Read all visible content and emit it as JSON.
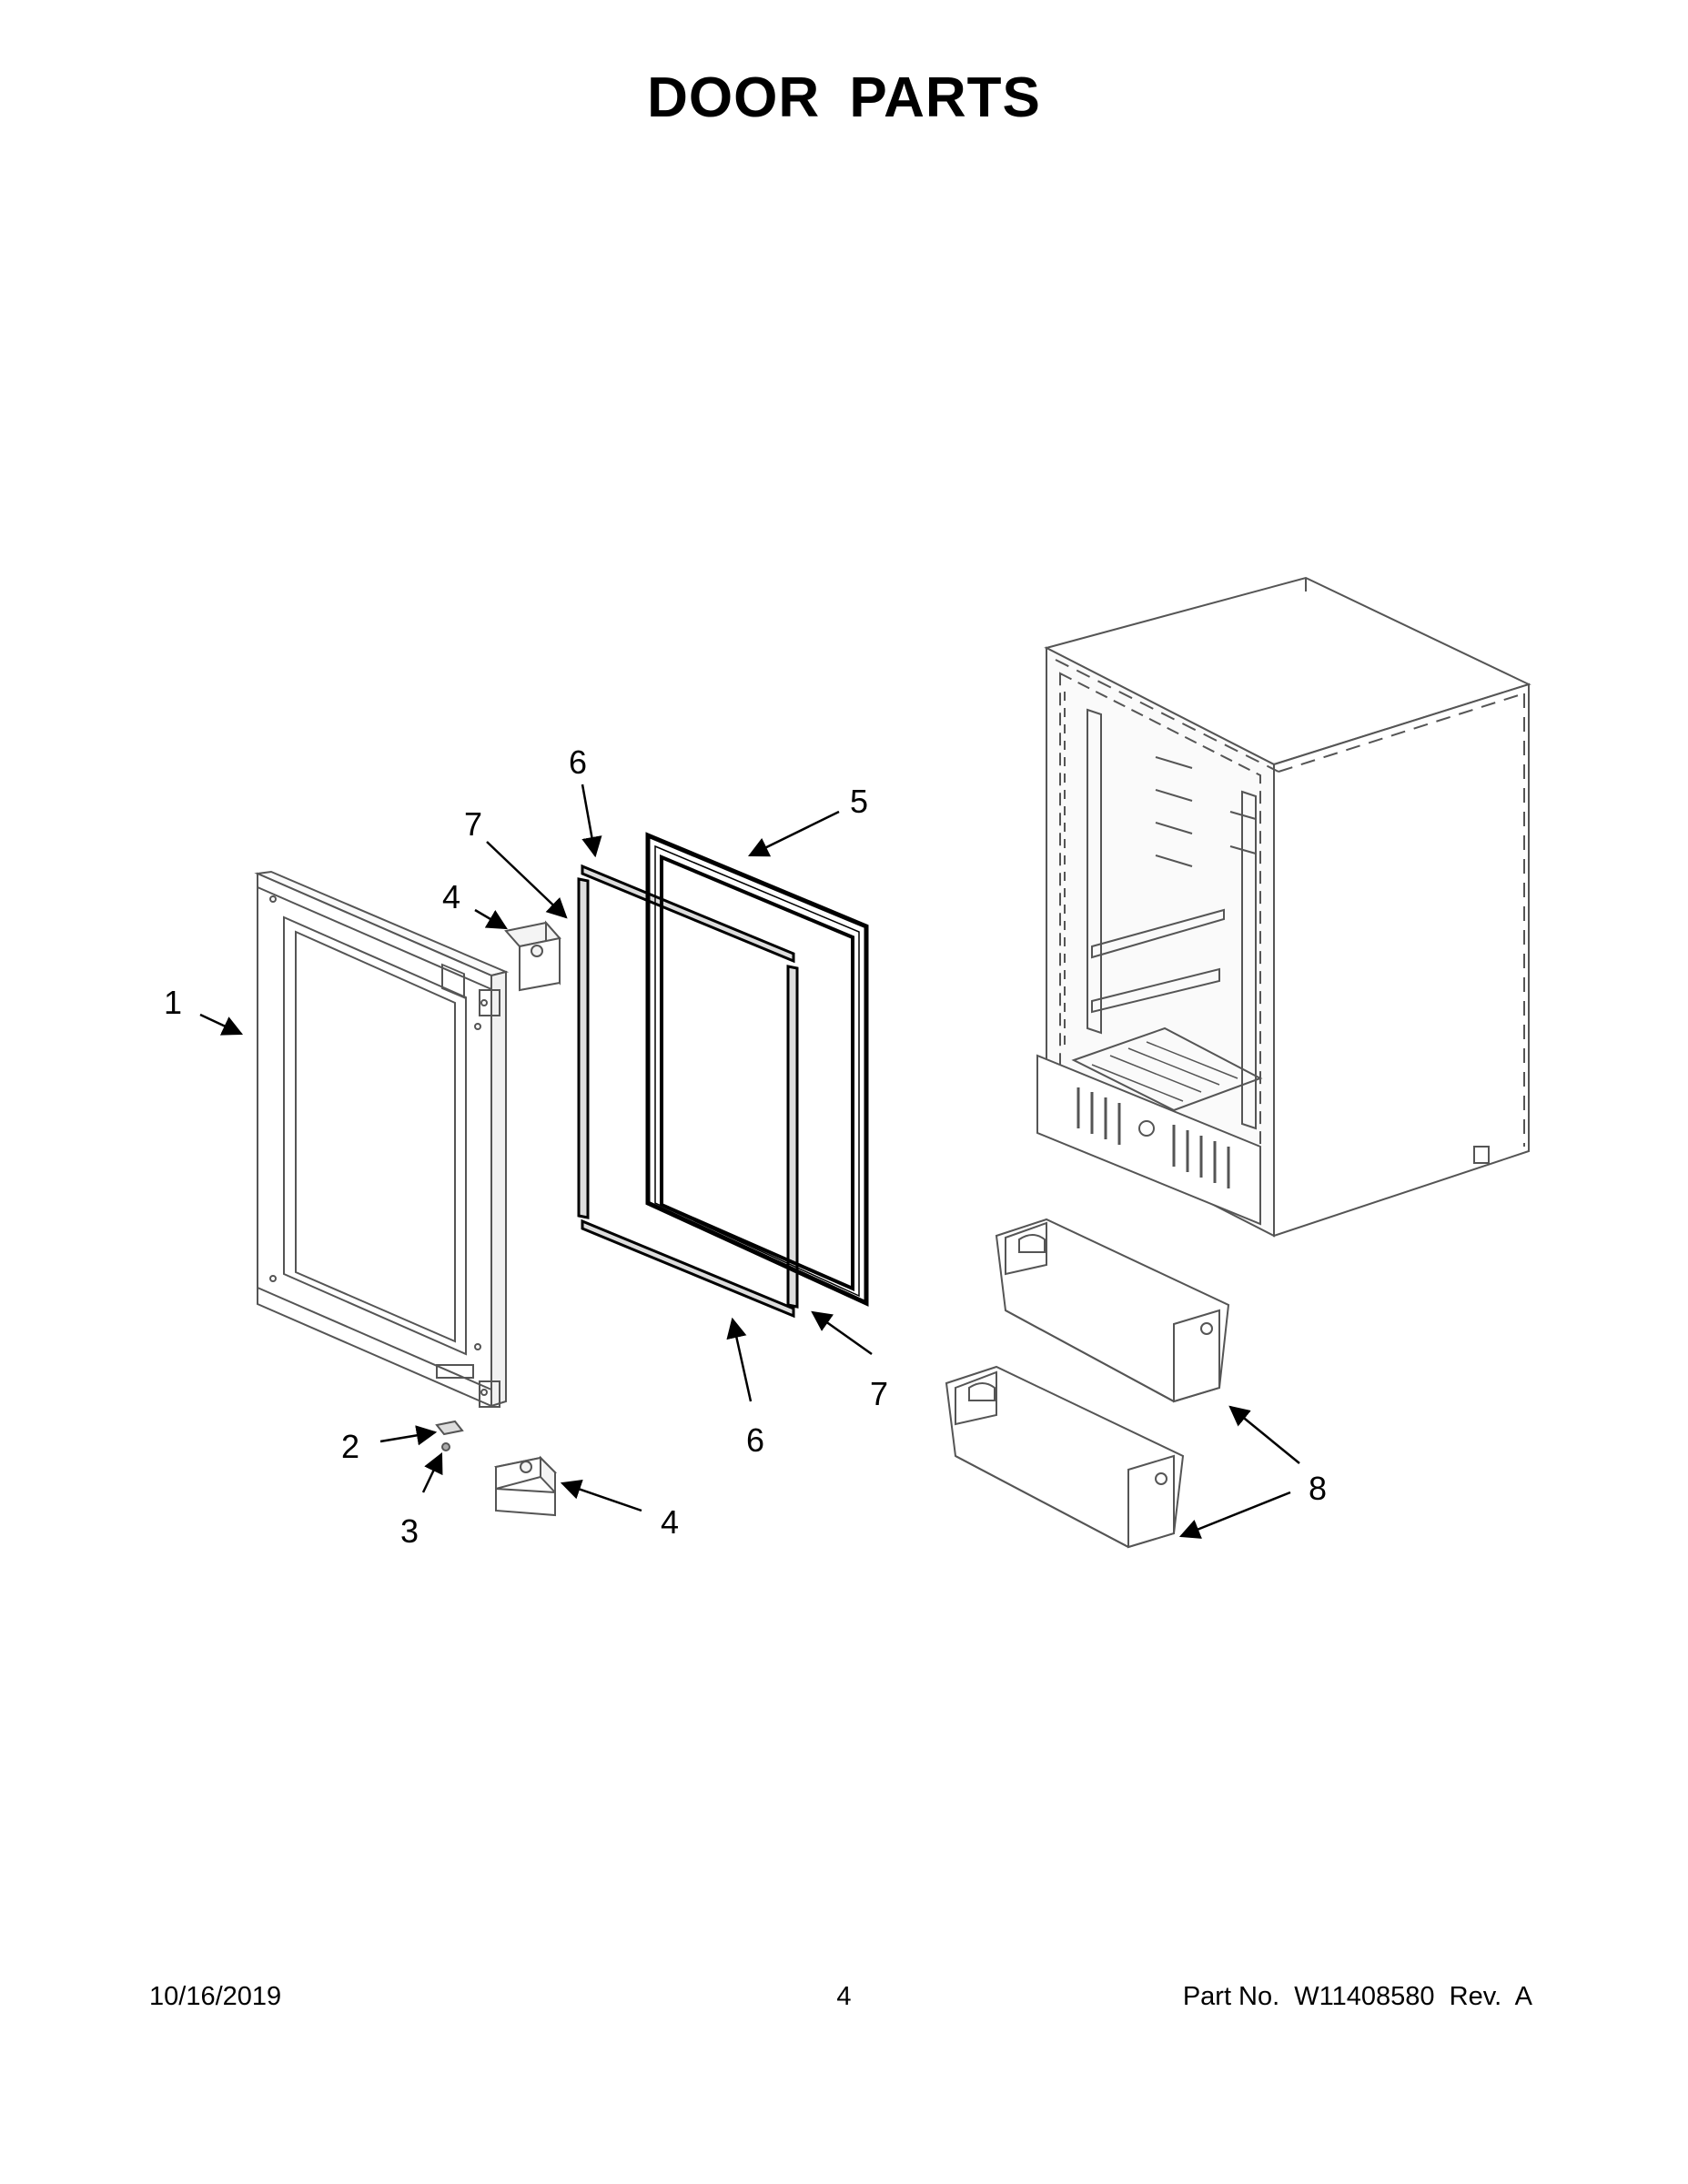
{
  "page": {
    "title": "DOOR PARTS"
  },
  "callouts": [
    "1",
    "2",
    "3",
    "4",
    "4",
    "5",
    "6",
    "6",
    "7",
    "7",
    "8"
  ],
  "footer": {
    "date": "10/16/2019",
    "page_number": "4",
    "part_info": "Part No.  W11408580  Rev.  A"
  },
  "colors": {
    "line": "#000000",
    "part_line": "#555555",
    "background": "#ffffff"
  }
}
